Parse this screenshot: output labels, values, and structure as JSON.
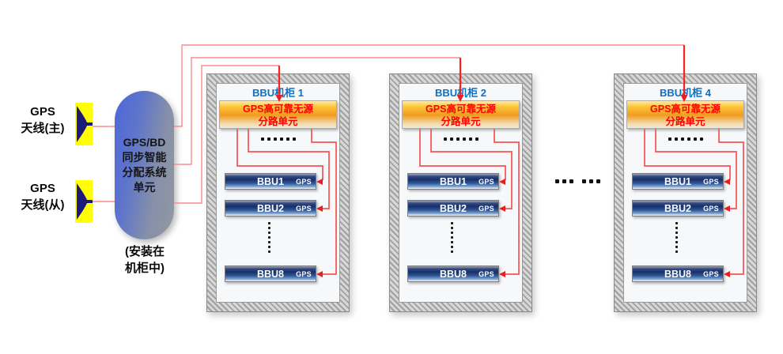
{
  "antennas": {
    "main": {
      "label_line1": "GPS",
      "label_line2": "天线(主)"
    },
    "slave": {
      "label_line1": "GPS",
      "label_line2": "天线(从)"
    }
  },
  "distributor": {
    "lines": [
      "GPS/BD",
      "同步智能",
      "分配系统",
      "单元"
    ],
    "note_line1": "(安装在",
    "note_line2": "机柜中)"
  },
  "cabinets": [
    {
      "title": "BBU机柜 1",
      "splitter": {
        "line1": "GPS高可靠无源",
        "line2": "分路单元"
      },
      "bbus": [
        {
          "name": "BBU1",
          "port": "GPS"
        },
        {
          "name": "BBU2",
          "port": "GPS"
        },
        {
          "name": "BBU8",
          "port": "GPS"
        }
      ]
    },
    {
      "title": "BBU机柜 2",
      "splitter": {
        "line1": "GPS高可靠无源",
        "line2": "分路单元"
      },
      "bbus": [
        {
          "name": "BBU1",
          "port": "GPS"
        },
        {
          "name": "BBU2",
          "port": "GPS"
        },
        {
          "name": "BBU8",
          "port": "GPS"
        }
      ]
    },
    {
      "title": "BBU机柜 4",
      "splitter": {
        "line1": "GPS高可靠无源",
        "line2": "分路单元"
      },
      "bbus": [
        {
          "name": "BBU1",
          "port": "GPS"
        },
        {
          "name": "BBU2",
          "port": "GPS"
        },
        {
          "name": "BBU8",
          "port": "GPS"
        }
      ]
    }
  ],
  "ellipsis": {
    "splitter_dots_count": 6,
    "bbu_dots_count": 7,
    "between_cabinets_dots_count": 6
  },
  "colors": {
    "feed_red": "#fa2121",
    "internal_red": "#f55252",
    "harness_red": "#f98b8b",
    "cabinet_title_blue": "#0a70c8",
    "splitter_text_red": "#fe0000",
    "antenna_yellow": "#ffff00",
    "antenna_navy": "#1c1c78",
    "capsule_blue": "#4c68da"
  }
}
